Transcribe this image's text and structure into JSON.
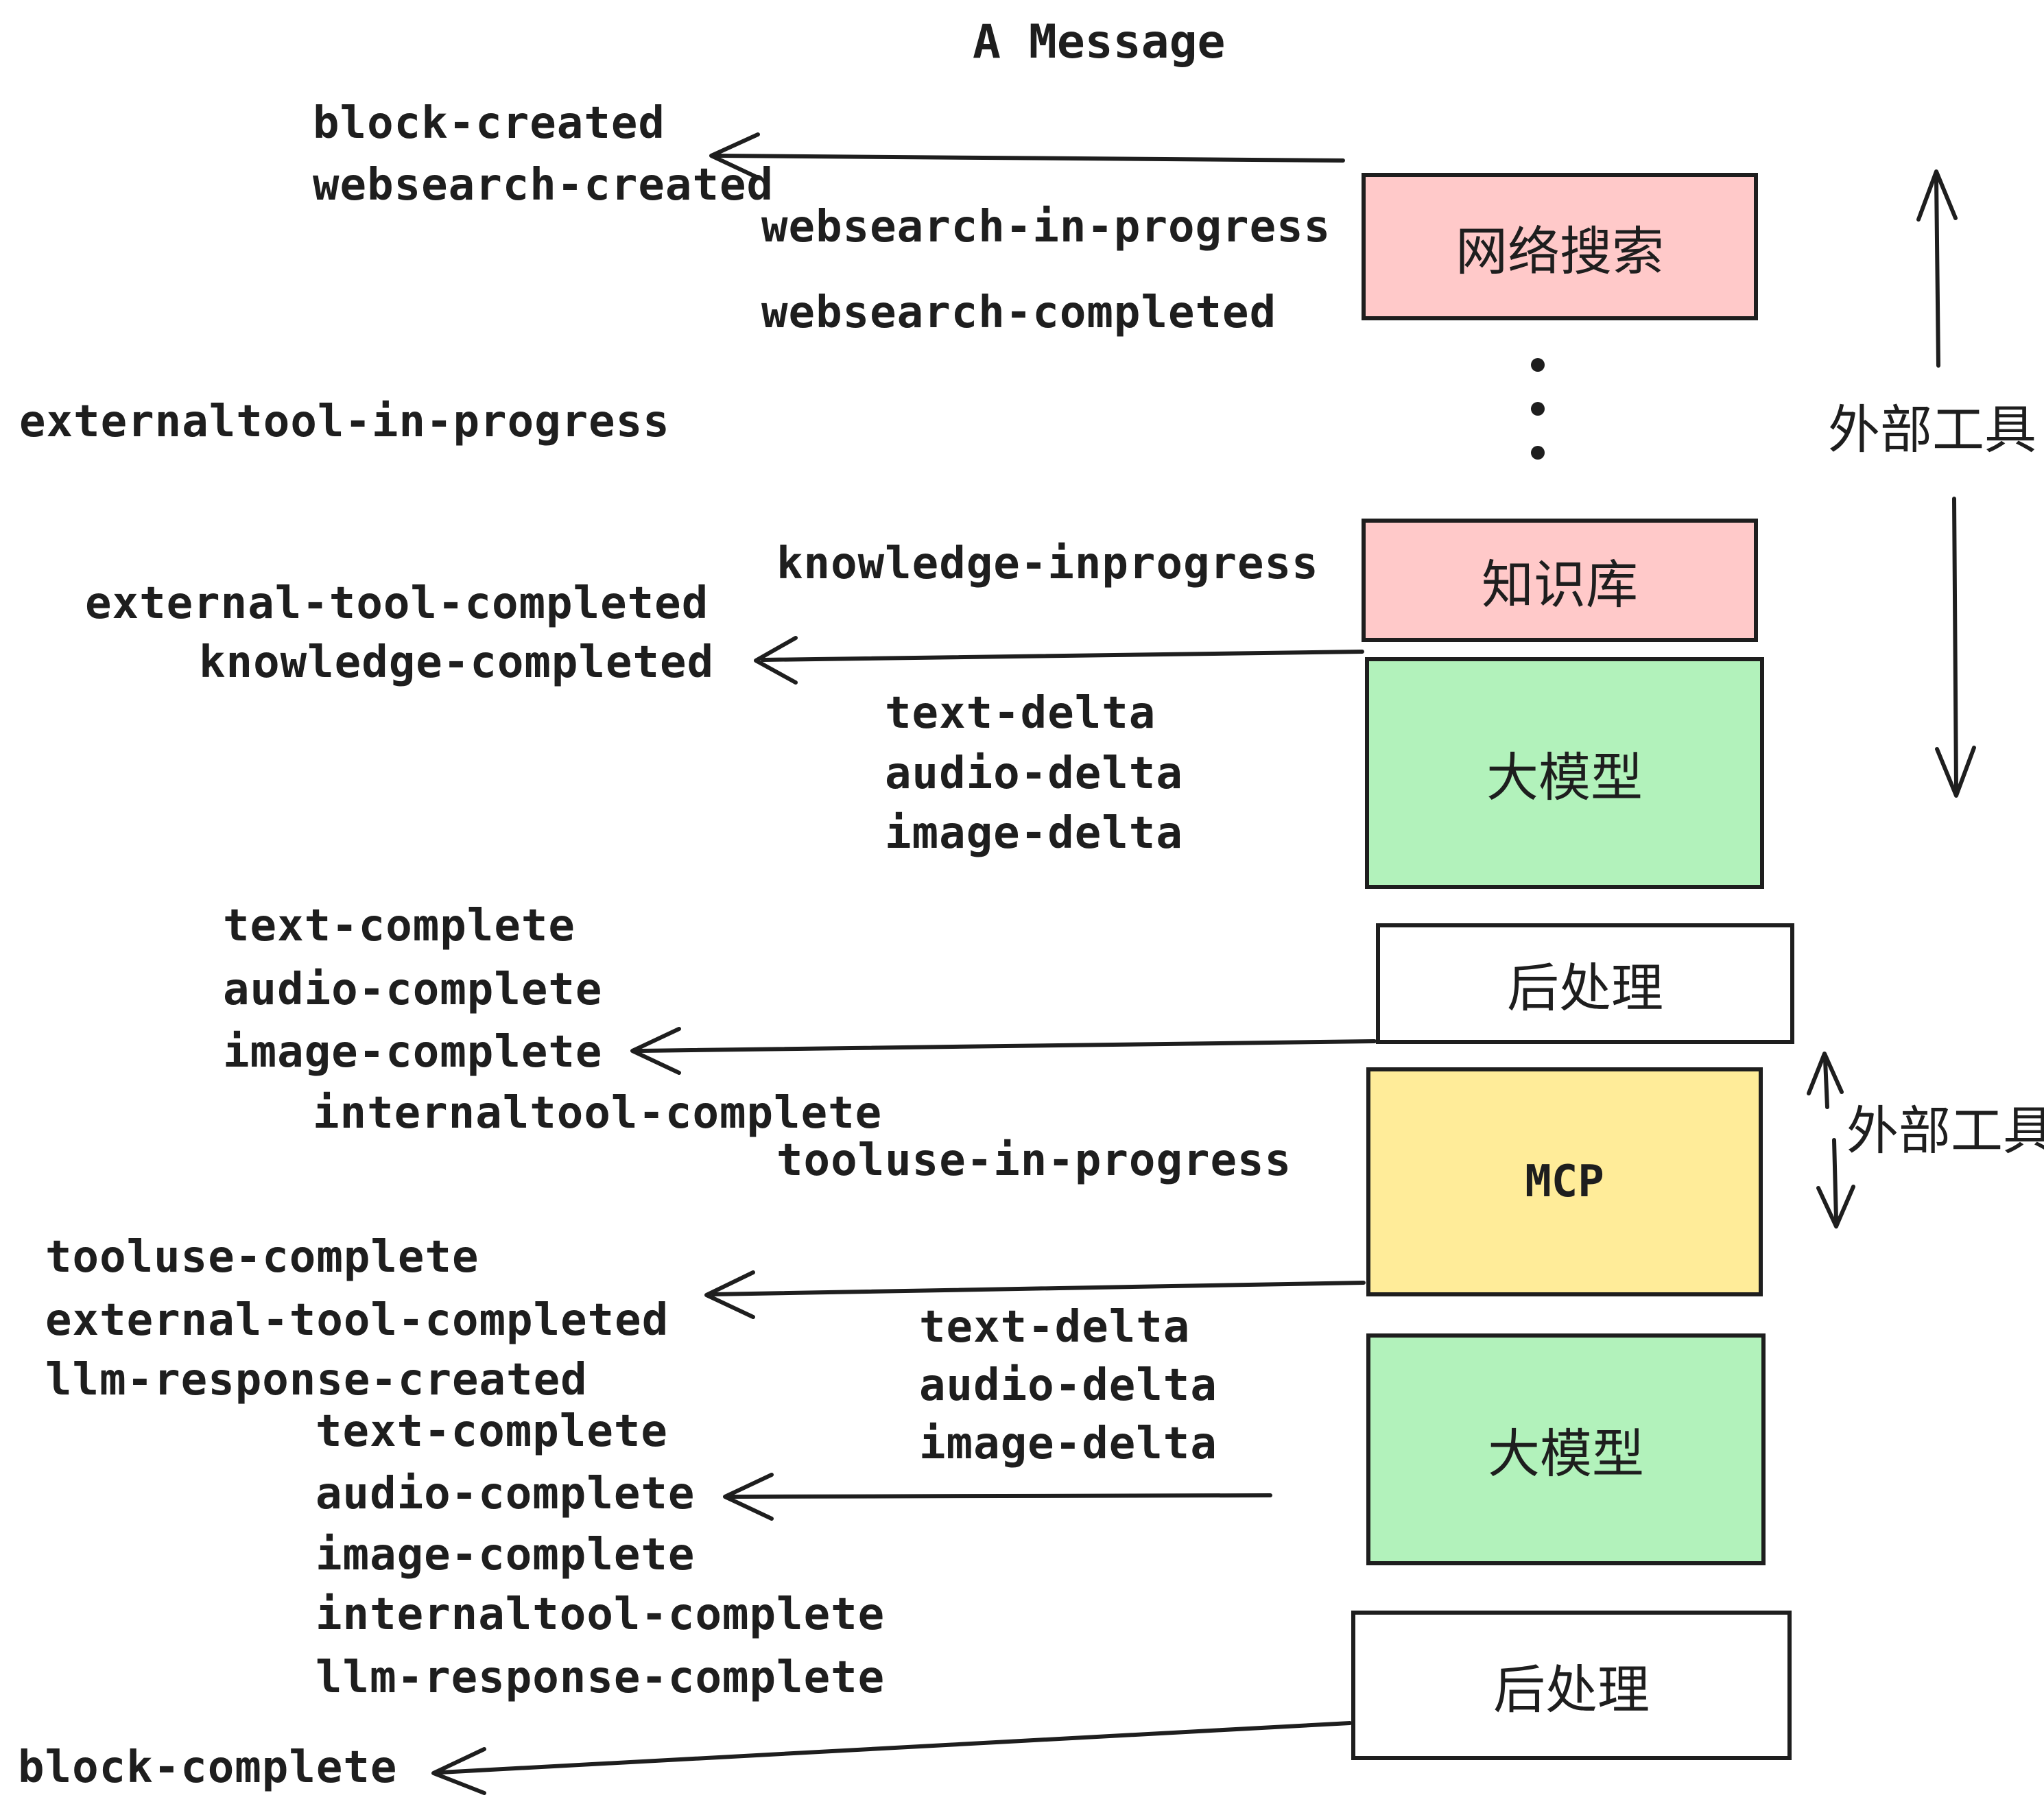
{
  "title": "A Message",
  "colors": {
    "background": "#ffffff",
    "ink": "#1e1e1e",
    "pink": "#ffc9c9",
    "green": "#b2f2bb",
    "yellow": "#ffec99",
    "white": "#ffffff"
  },
  "boxes": {
    "websearch": {
      "label": "网络搜索"
    },
    "knowledge": {
      "label": "知识库"
    },
    "llm1": {
      "label": "大模型"
    },
    "post1": {
      "label": "后处理"
    },
    "mcp": {
      "label": "MCP"
    },
    "llm2": {
      "label": "大模型"
    },
    "post2": {
      "label": "后处理"
    }
  },
  "side_labels": {
    "external_tools_top": "外部工具",
    "external_tools_mid": "外部工具"
  },
  "events": {
    "block_created": "block-created",
    "websearch_created": "websearch-created",
    "websearch_in_progress": "websearch-in-progress",
    "websearch_completed": "websearch-completed",
    "externaltool_in_progress": "externaltool-in-progress",
    "knowledge_inprogress": "knowledge-inprogress",
    "external_tool_completed": "external-tool-completed",
    "knowledge_completed": "knowledge-completed",
    "text_delta_1": "text-delta",
    "audio_delta_1": "audio-delta",
    "image_delta_1": "image-delta",
    "text_complete_1": "text-complete",
    "audio_complete_1": "audio-complete",
    "image_complete_1": "image-complete",
    "internaltool_complete_1": "internaltool-complete",
    "tooluse_in_progress": "tooluse-in-progress",
    "tooluse_complete": "tooluse-complete",
    "external_tool_completed_2": "external-tool-completed",
    "llm_response_created": "llm-response-created",
    "text_delta_2": "text-delta",
    "audio_delta_2": "audio-delta",
    "image_delta_2": "image-delta",
    "text_complete_2": "text-complete",
    "audio_complete_2": "audio-complete",
    "image_complete_2": "image-complete",
    "internaltool_complete_2": "internaltool-complete",
    "llm_response_complete": "llm-response-complete",
    "block_complete": "block-complete"
  }
}
